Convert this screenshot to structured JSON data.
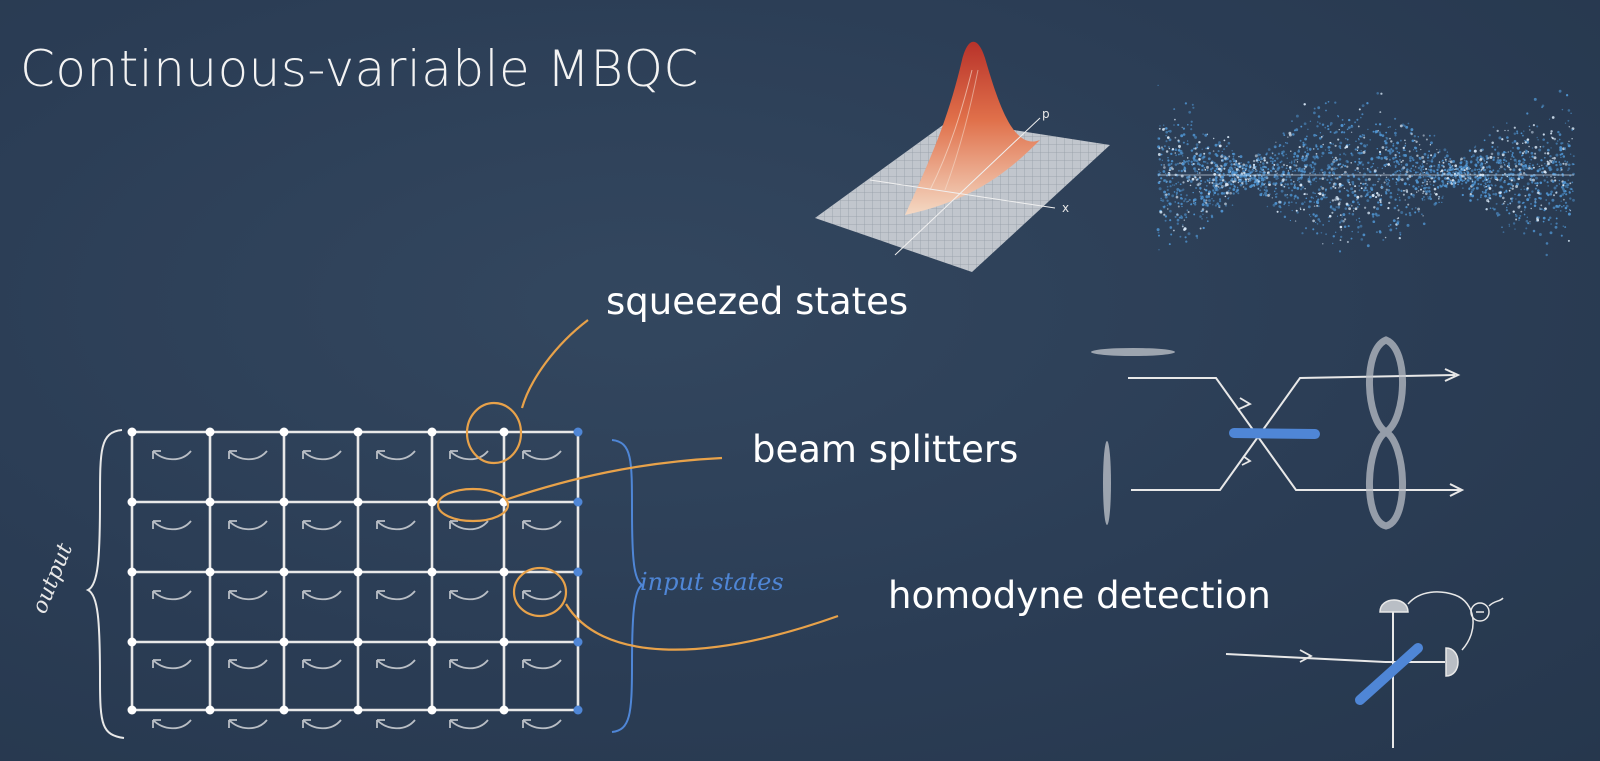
{
  "slide": {
    "title": "Continuous-variable MBQC",
    "labels": {
      "squeezed_states": "squeezed states",
      "beam_splitters": "beam splitters",
      "homodyne_detection": "homodyne detection"
    },
    "cluster": {
      "output_label": "output",
      "input_label": "input states"
    },
    "wigner_plot": {
      "axis_p": "p",
      "axis_x": "x"
    }
  },
  "colors": {
    "background": "#2b3d55",
    "chalk": "#e8e8e8",
    "orange": "#e8a24a",
    "blue": "#4f86d6",
    "peak": "#c0392b"
  }
}
